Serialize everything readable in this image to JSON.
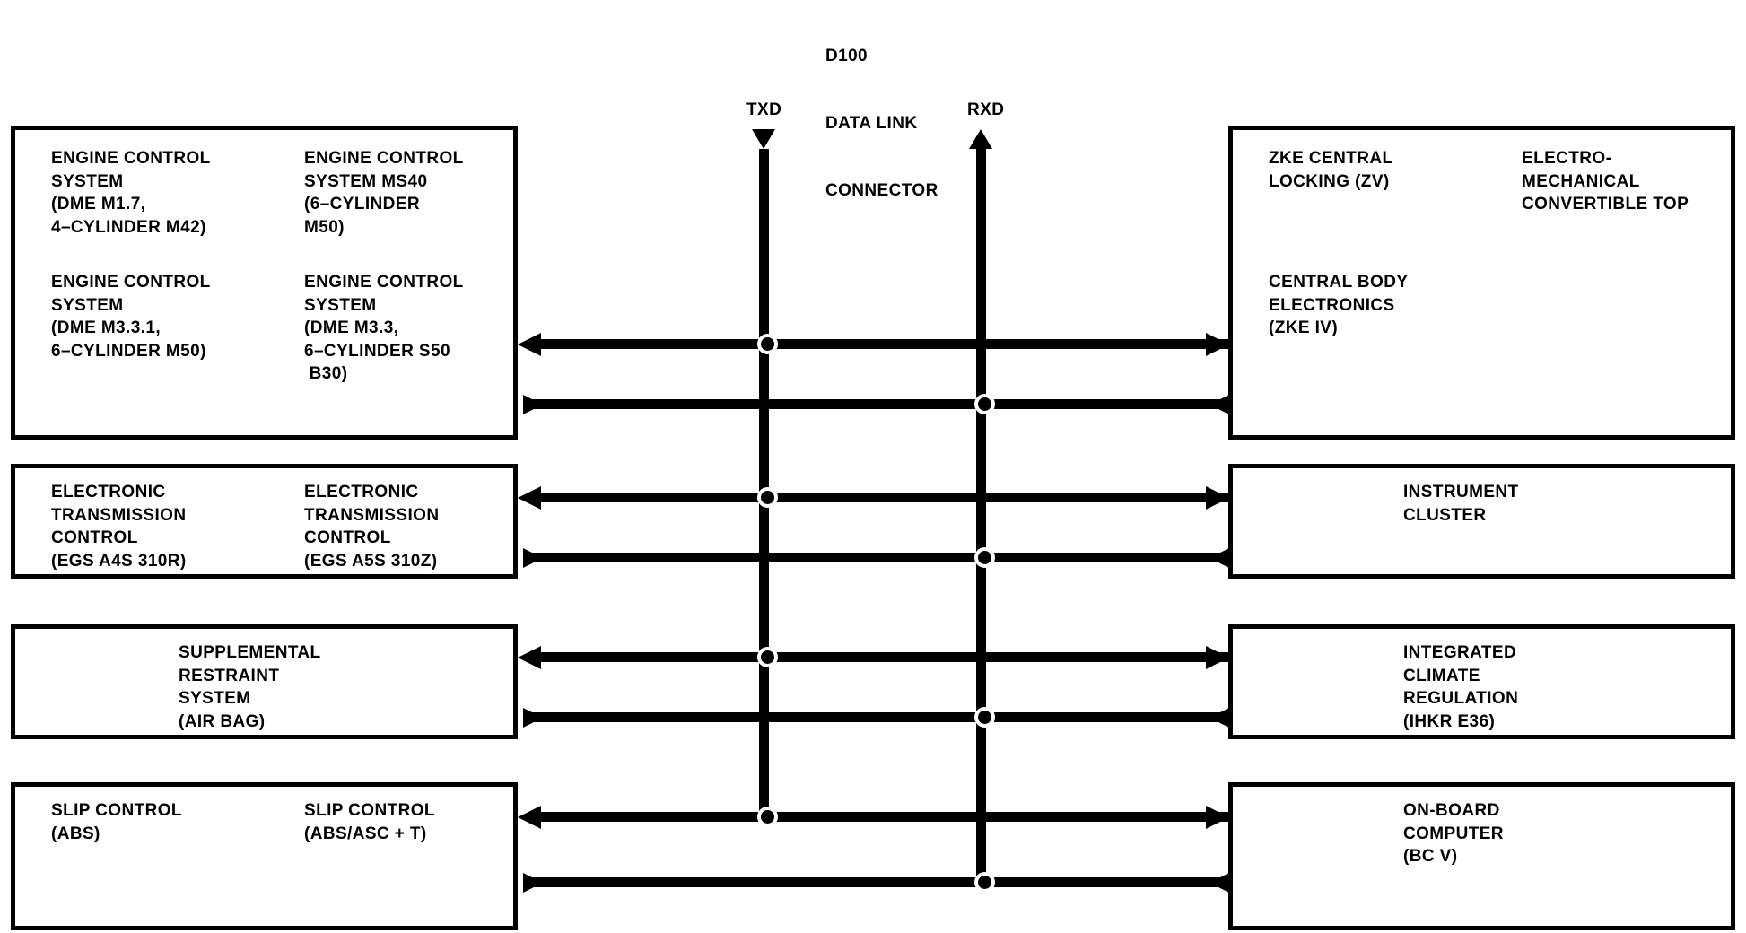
{
  "diagram": {
    "connector": {
      "line1": "D100",
      "line2": "DATA LINK",
      "line3": "CONNECTOR"
    },
    "bus": {
      "txd_label": "TXD",
      "rxd_label": "RXD"
    },
    "left_modules": [
      {
        "id": "engine-control",
        "col_a": "ENGINE CONTROL\nSYSTEM\n(DME M1.7,\n4–CYLINDER M42)",
        "col_b": "ENGINE CONTROL\nSYSTEM MS40\n(6–CYLINDER\nM50)",
        "col_a2": "ENGINE CONTROL\nSYSTEM\n(DME M3.3.1,\n6–CYLINDER M50)",
        "col_b2": "ENGINE CONTROL\nSYSTEM\n(DME M3.3,\n6–CYLINDER S50\n B30)"
      },
      {
        "id": "transmission-control",
        "col_a": "ELECTRONIC\nTRANSMISSION\nCONTROL\n(EGS A4S 310R)",
        "col_b": "ELECTRONIC\nTRANSMISSION\nCONTROL\n(EGS A5S 310Z)"
      },
      {
        "id": "airbag",
        "col_a": "SUPPLEMENTAL\nRESTRAINT\nSYSTEM\n(AIR BAG)"
      },
      {
        "id": "slip-control",
        "col_a": "SLIP CONTROL\n(ABS)",
        "col_b": "SLIP CONTROL\n(ABS/ASC + T)"
      }
    ],
    "right_modules": [
      {
        "id": "body-electronics",
        "col_a": "ZKE CENTRAL\nLOCKING (ZV)",
        "col_b": "ELECTRO-\nMECHANICAL\nCONVERTIBLE TOP",
        "col_a2": "CENTRAL BODY\nELECTRONICS\n(ZKE IV)"
      },
      {
        "id": "instrument-cluster",
        "col_a": "INSTRUMENT\nCLUSTER"
      },
      {
        "id": "climate-regulation",
        "col_a": "INTEGRATED\nCLIMATE\nREGULATION\n(IHKR E36)"
      },
      {
        "id": "on-board-computer",
        "col_a": "ON-BOARD\nCOMPUTER\n(BC V)"
      }
    ],
    "colors": {
      "ink": "#000000",
      "paper": "#ffffff"
    }
  }
}
